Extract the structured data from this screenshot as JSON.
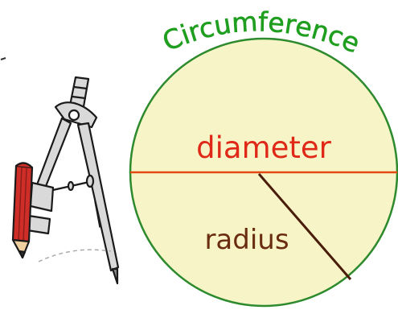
{
  "title": "Circumference",
  "labels": {
    "diameter": "diameter",
    "radius": "radius"
  },
  "colors": {
    "title": "#1f9e1f",
    "circle_fill": "#f7f5c8",
    "circle_stroke": "#2d8a2d",
    "diameter": "#e02818",
    "diameter_line": "#e24a12",
    "radius": "#6b2d10",
    "radius_line": "#4a1c0a",
    "pencil_body": "#cf2d27",
    "compass_metal": "#d9d9d9"
  },
  "icons": {
    "compass": "drawing-compass-icon",
    "pencil": "pencil-icon"
  }
}
